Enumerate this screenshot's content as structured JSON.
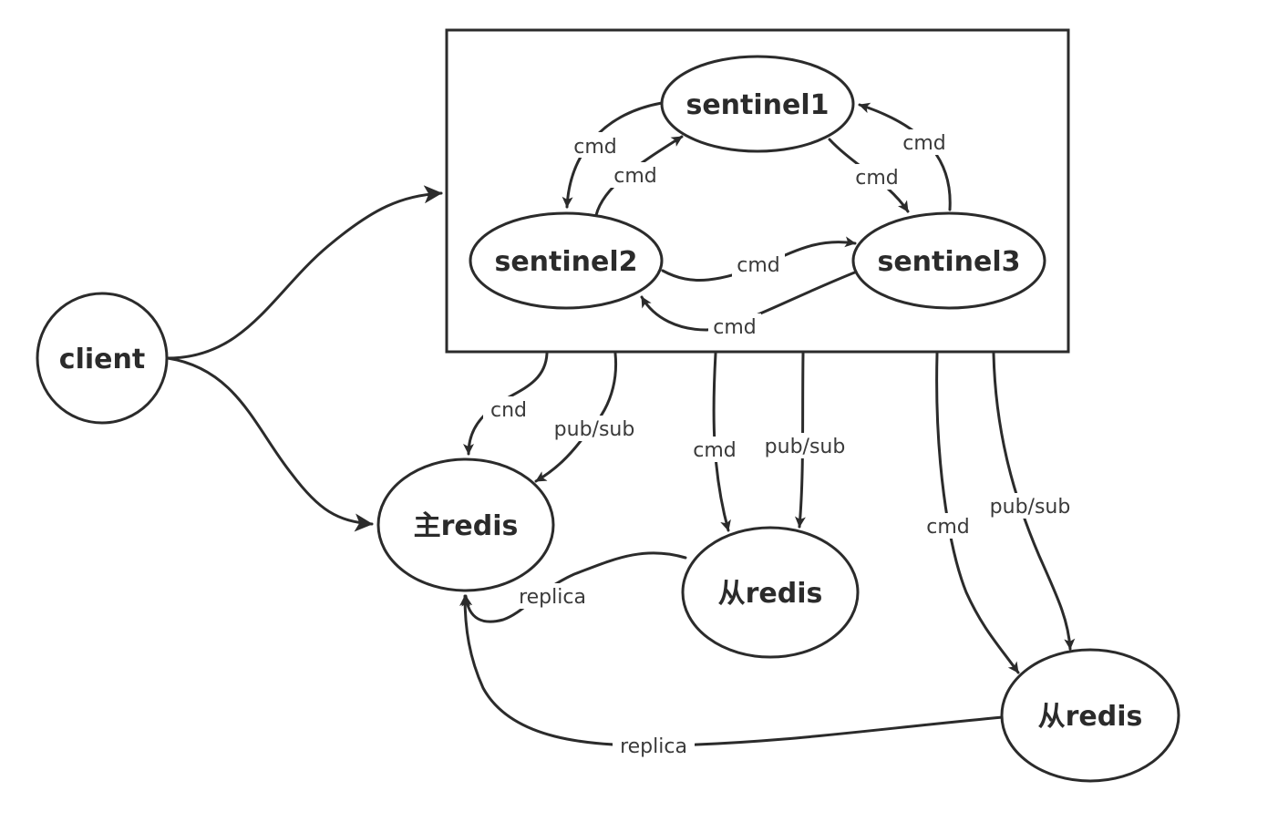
{
  "nodes": {
    "sentinel1": "sentinel1",
    "sentinel2": "sentinel2",
    "sentinel3": "sentinel3",
    "client": "client",
    "master_redis": "主redis",
    "slave_redis_1": "从redis",
    "slave_redis_2": "从redis"
  },
  "edges": {
    "s1_to_s2": "cmd",
    "s2_to_s1": "cmd",
    "s1_to_s3": "cmd",
    "s3_to_s1": "cmd",
    "s2_to_s3": "cmd",
    "s3_to_s2": "cmd",
    "cluster_to_master_cmd": "cnd",
    "cluster_to_master_pubsub": "pub/sub",
    "cluster_to_slave1_cmd": "cmd",
    "cluster_to_slave1_pubsub": "pub/sub",
    "cluster_to_slave2_cmd": "cmd",
    "cluster_to_slave2_pubsub": "pub/sub",
    "slave1_replica": "replica",
    "slave2_replica": "replica"
  },
  "colors": {
    "stroke": "#2b2b2b",
    "background": "#ffffff"
  }
}
